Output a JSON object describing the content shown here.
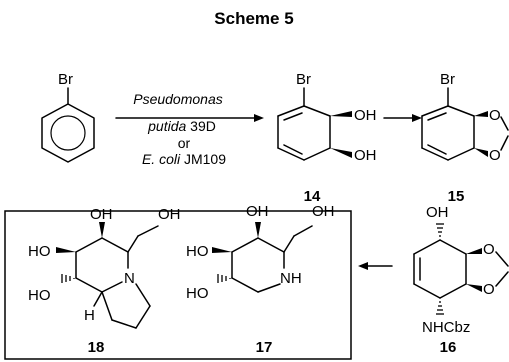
{
  "title": "Scheme 5",
  "reagents": {
    "line1": "Pseudomonas",
    "line2a": "putida",
    "line2b": " 39D",
    "line3": "or",
    "line4a": "E. coli",
    "line4b": " JM109"
  },
  "compounds": {
    "start_br": "Br",
    "c14": {
      "br": "Br",
      "oh1": "OH",
      "oh2": "OH",
      "number": "14"
    },
    "c15": {
      "br": "Br",
      "o1": "O",
      "o2": "O",
      "number": "15"
    },
    "c16": {
      "oh": "OH",
      "o1": "O",
      "o2": "O",
      "nhcbz": "NHCbz",
      "number": "16"
    },
    "c17": {
      "oh1": "OH",
      "oh2": "OH",
      "ho1": "HO",
      "ho2": "HO",
      "nh": "NH",
      "number": "17"
    },
    "c18": {
      "oh1": "OH",
      "oh2": "OH",
      "ho1": "HO",
      "ho2": "HO",
      "h": "H",
      "n": "N",
      "number": "18"
    }
  }
}
